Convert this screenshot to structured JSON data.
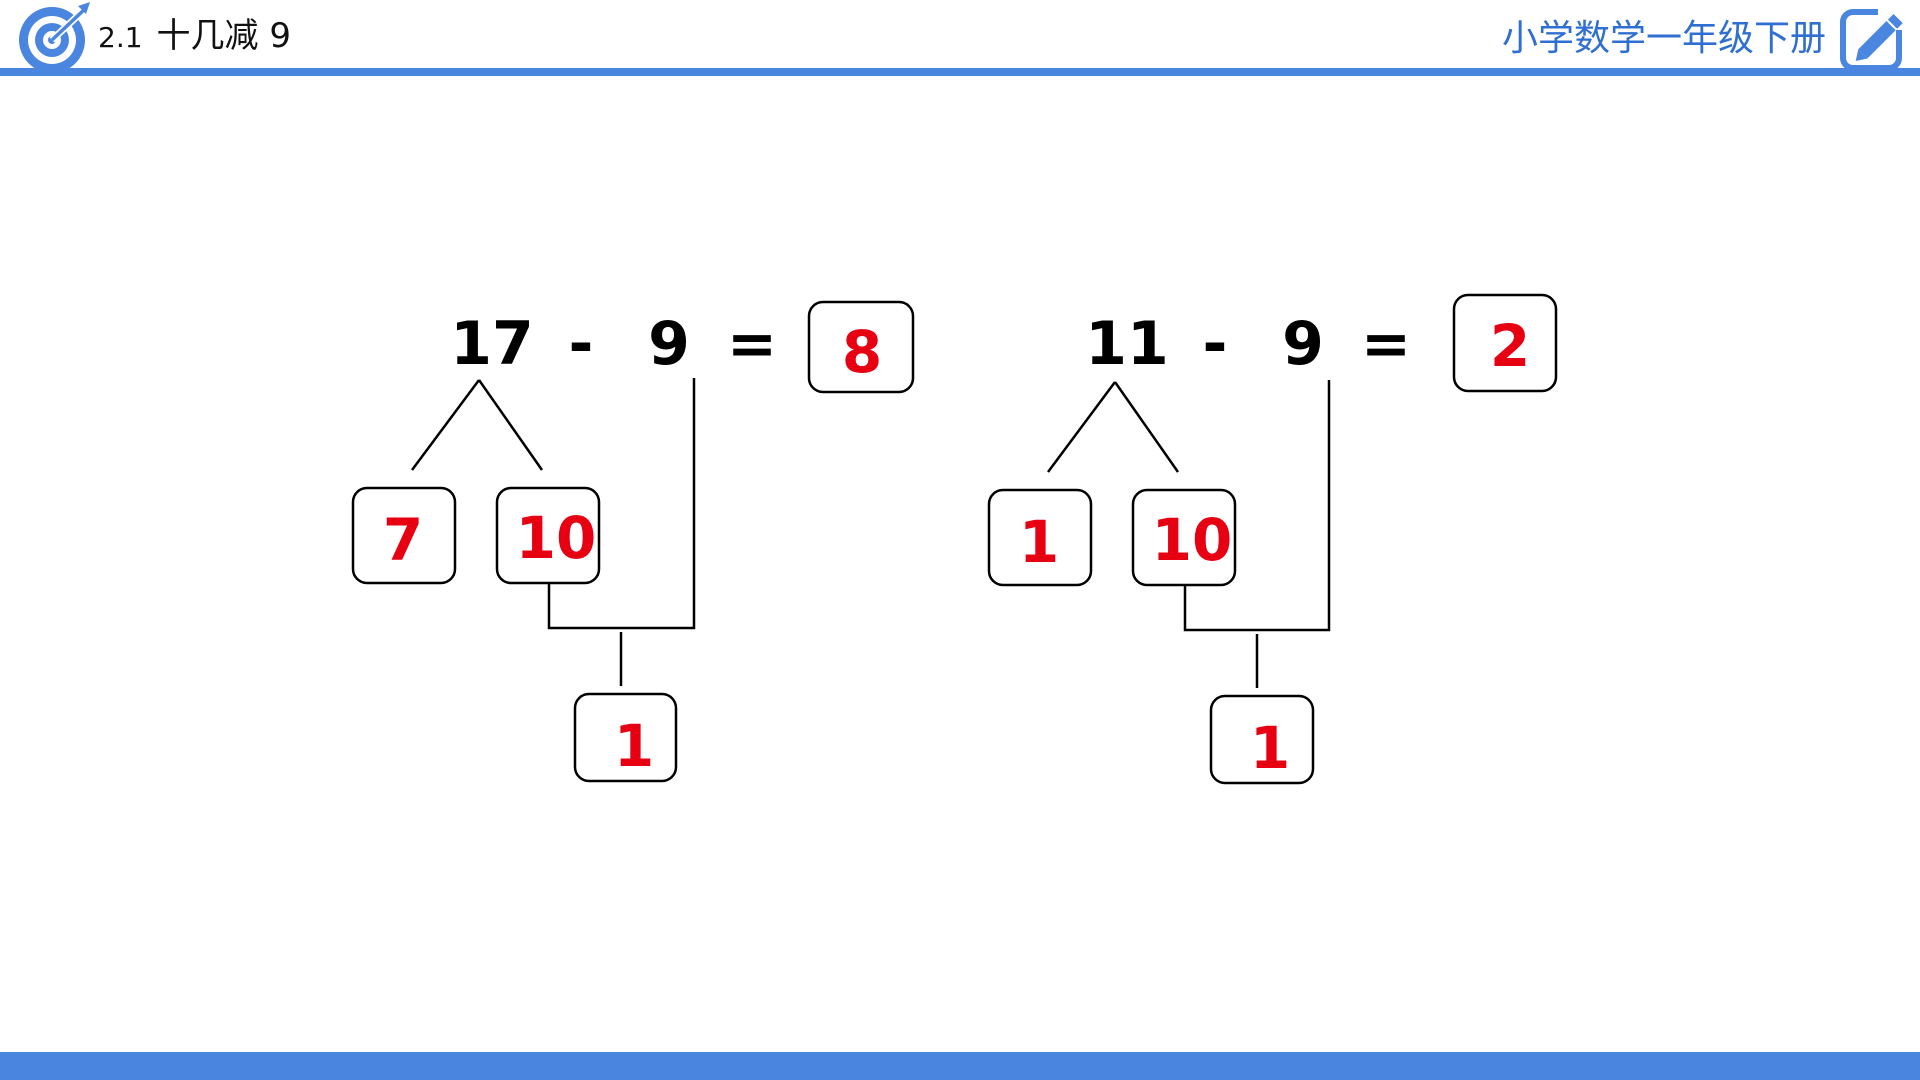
{
  "header": {
    "lesson_number": "2.1",
    "lesson_title": "十几减 9",
    "course_title": "小学数学一年级下册",
    "logo_icon": "target-arrow-icon",
    "edit_icon": "pencil-edit-icon"
  },
  "colors": {
    "accent": "#4a86e0",
    "course_title": "#2f6fd1",
    "answer": "#e60012",
    "text": "#000000"
  },
  "problems": [
    {
      "minuend": "17",
      "operator": "-",
      "subtrahend": "9",
      "equals": "=",
      "answer": "8",
      "split_left": "7",
      "split_right": "10",
      "partial_result": "1"
    },
    {
      "minuend": "11",
      "operator": "-",
      "subtrahend": "9",
      "equals": "=",
      "answer": "2",
      "split_left": "1",
      "split_right": "10",
      "partial_result": "1"
    }
  ]
}
